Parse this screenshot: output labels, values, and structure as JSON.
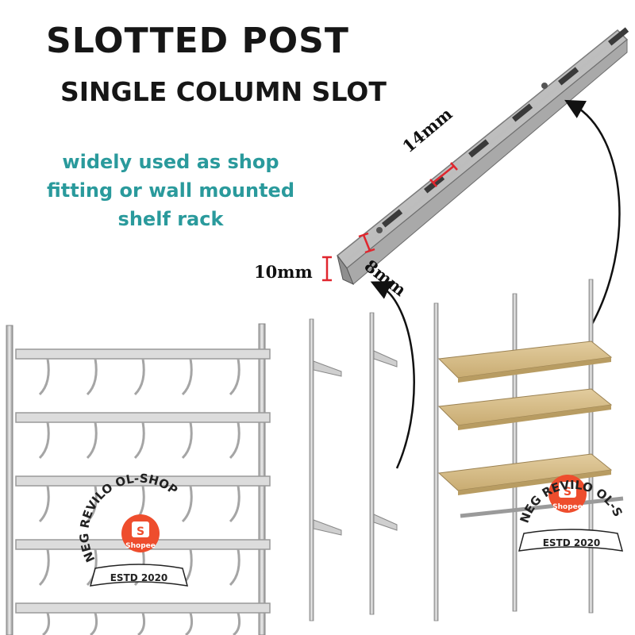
{
  "heading": {
    "title": "SLOTTED POST",
    "subtitle": "SINGLE COLUMN SLOT"
  },
  "description": {
    "line1": "widely used as shop",
    "line2": "fitting or wall mounted",
    "line3": "shelf rack"
  },
  "dimensions": {
    "slot_length": "14mm",
    "depth": "10mm",
    "width": "8mm"
  },
  "watermarks": [
    {
      "arc_text": "NEG REVILO OL-SHOP",
      "estd": "ESTD 2020",
      "brand": "Shopee",
      "letter": "S"
    },
    {
      "arc_text": "NEG REVILO OL-SHOP",
      "estd": "ESTD 2020",
      "brand": "Shopee",
      "letter": "S"
    }
  ],
  "colors": {
    "accent_text": "#2a9a9c",
    "dimension_marker": "#e0262e",
    "shopee_orange": "#ee4d2d",
    "wood": "#d9c08f"
  }
}
